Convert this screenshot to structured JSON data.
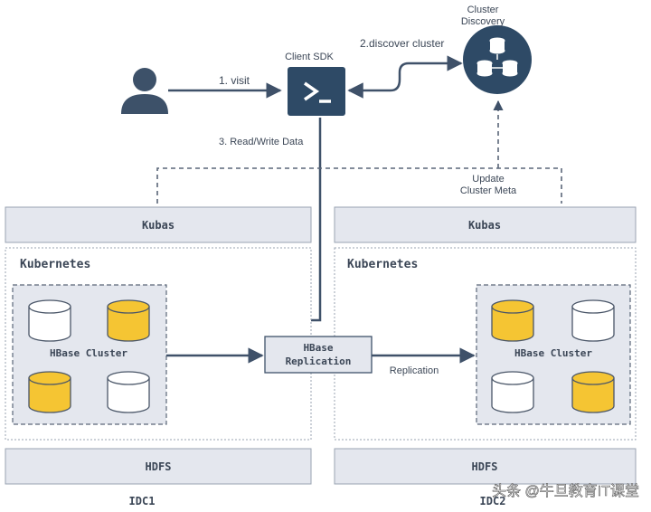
{
  "client_sdk": {
    "label": "Client SDK"
  },
  "discovery": {
    "label_line1": "Cluster",
    "label_line2": "Discovery"
  },
  "arrows": {
    "visit": "1. visit",
    "discover": "2.discover cluster",
    "read_write": "3. Read/Write Data",
    "update_line1": "Update",
    "update_line2": "Cluster Meta",
    "replication": "Replication"
  },
  "idc1": {
    "kubas": "Kubas",
    "kubernetes": "Kubernetes",
    "hbase_cluster": "HBase Cluster",
    "hdfs": "HDFS",
    "name": "IDC1"
  },
  "idc2": {
    "kubas": "Kubas",
    "kubernetes": "Kubernetes",
    "hbase_cluster": "HBase Cluster",
    "hdfs": "HDFS",
    "name": "IDC2"
  },
  "replication_box": {
    "line1": "HBase",
    "line2": "Replication"
  },
  "watermark": "头条 @牛旦教育IT课堂",
  "colors": {
    "dark_node": "#2e4a66",
    "gold_cylinder": "#f5c533",
    "box_fill": "#e4e7ee",
    "arrow": "#3f5169"
  }
}
